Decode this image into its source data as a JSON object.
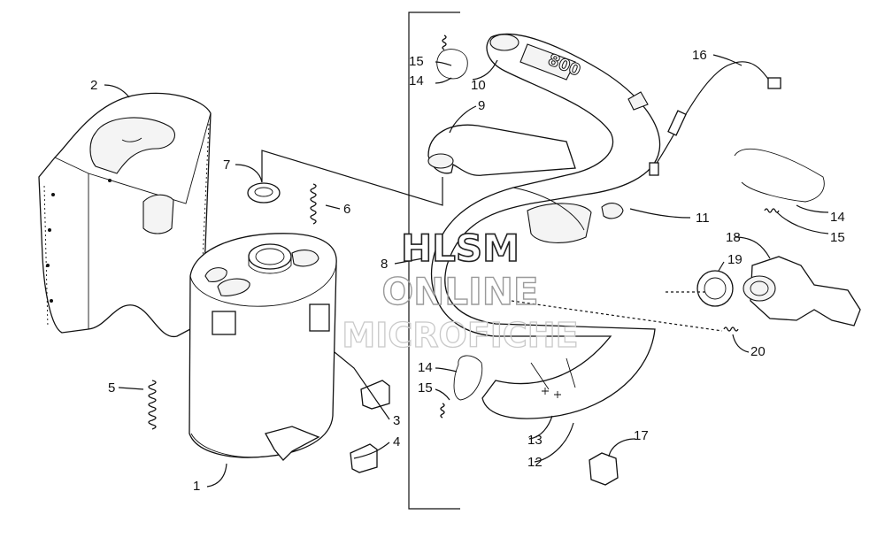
{
  "callouts": [
    {
      "id": "c1",
      "text": "1"
    },
    {
      "id": "c2",
      "text": "2"
    },
    {
      "id": "c3",
      "text": "3"
    },
    {
      "id": "c4",
      "text": "4"
    },
    {
      "id": "c5",
      "text": "5"
    },
    {
      "id": "c6",
      "text": "6"
    },
    {
      "id": "c7",
      "text": "7"
    },
    {
      "id": "c8",
      "text": "8"
    },
    {
      "id": "c9",
      "text": "9"
    },
    {
      "id": "c10",
      "text": "10"
    },
    {
      "id": "c11",
      "text": "11"
    },
    {
      "id": "c12",
      "text": "12"
    },
    {
      "id": "c13",
      "text": "13"
    },
    {
      "id": "c14a",
      "text": "14"
    },
    {
      "id": "c14b",
      "text": "14"
    },
    {
      "id": "c14c",
      "text": "14"
    },
    {
      "id": "c15a",
      "text": "15"
    },
    {
      "id": "c15b",
      "text": "15"
    },
    {
      "id": "c15c",
      "text": "15"
    },
    {
      "id": "c16",
      "text": "16"
    },
    {
      "id": "c17",
      "text": "17"
    },
    {
      "id": "c18",
      "text": "18"
    },
    {
      "id": "c19",
      "text": "19"
    },
    {
      "id": "c20",
      "text": "20"
    }
  ],
  "pipe_marking": "800",
  "watermark": {
    "line1": "HLSM",
    "line2": "ONLINE",
    "line3": "MICROFICHE"
  }
}
